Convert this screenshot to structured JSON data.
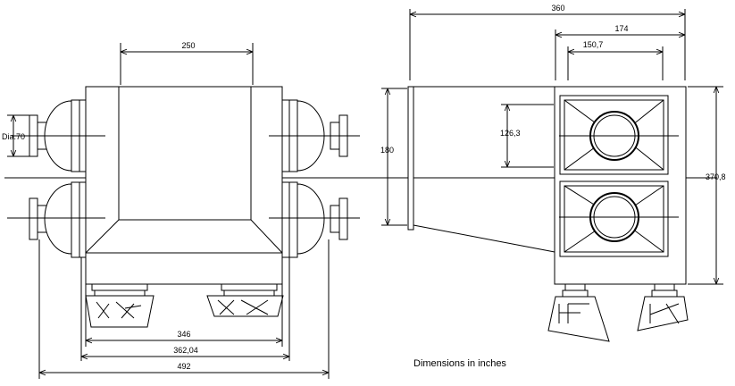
{
  "front_view": {
    "dimensions": {
      "top_width": "250",
      "diameter": "Dia.70",
      "inner_width": "346",
      "outer_width": "362,04",
      "overall_width": "492"
    }
  },
  "side_view": {
    "dimensions": {
      "overall_depth": "360",
      "panel_width": "174",
      "inner_width": "150,7",
      "port_height": "126,3",
      "duct_height": "180",
      "overall_height": "370,8"
    }
  },
  "caption": "Dimensions in inches"
}
